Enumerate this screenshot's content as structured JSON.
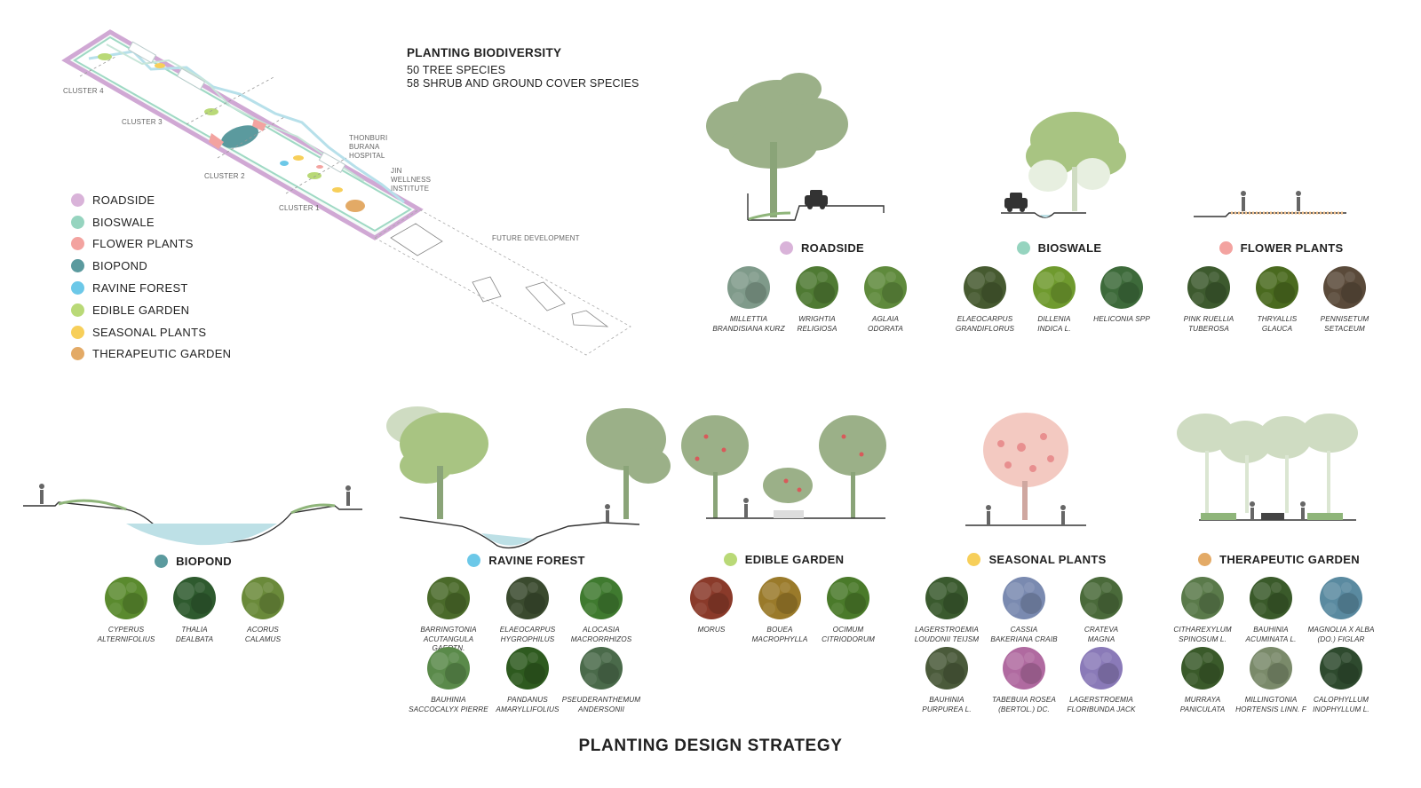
{
  "header": {
    "title": "PLANTING BIODIVERSITY",
    "line1": "50 TREE SPECIES",
    "line2": "58 SHRUB AND GROUND COVER SPECIES"
  },
  "map_labels": {
    "cluster4": "CLUSTER 4",
    "cluster3": "CLUSTER 3",
    "cluster2": "CLUSTER 2",
    "cluster1": "CLUSTER 1",
    "hospital": [
      "THONBURI",
      "BURANA",
      "HOSPITAL"
    ],
    "institute": [
      "JIN",
      "WELLNESS",
      "INSTITUTE"
    ],
    "future": "FUTURE DEVELOPMENT"
  },
  "legend": [
    {
      "label": "ROADSIDE",
      "color": "#d9b3d9"
    },
    {
      "label": "BIOSWALE",
      "color": "#96d4bf"
    },
    {
      "label": "FLOWER PLANTS",
      "color": "#f3a3a0"
    },
    {
      "label": "BIOPOND",
      "color": "#5b9a9e"
    },
    {
      "label": "RAVINE FOREST",
      "color": "#6cc8e8"
    },
    {
      "label": "EDIBLE GARDEN",
      "color": "#b9d977"
    },
    {
      "label": "SEASONAL PLANTS",
      "color": "#f7cf5a"
    },
    {
      "label": "THERAPEUTIC GARDEN",
      "color": "#e3aa66"
    }
  ],
  "categories": {
    "roadside": {
      "label": "ROADSIDE",
      "color": "#d9b3d9",
      "plants": [
        {
          "lines": [
            "MILLETTIA",
            "BRANDISIANA KURZ"
          ],
          "photo": "#7f9a8a"
        },
        {
          "lines": [
            "WRIGHTIA",
            "RELIGIOSA"
          ],
          "photo": "#4f7a33"
        },
        {
          "lines": [
            "AGLAIA",
            "ODORATA"
          ],
          "photo": "#5f8a3c"
        }
      ]
    },
    "bioswale": {
      "label": "BIOSWALE",
      "color": "#96d4bf",
      "plants": [
        {
          "lines": [
            "ELAEOCARPUS",
            "GRANDIFLORUS"
          ],
          "photo": "#465a30"
        },
        {
          "lines": [
            "DILLENIA",
            "INDICA L."
          ],
          "photo": "#6f9a2e"
        },
        {
          "lines": [
            "HELICONIA SPP"
          ],
          "photo": "#3d6a3a"
        }
      ]
    },
    "flower": {
      "label": "FLOWER PLANTS",
      "color": "#f3a3a0",
      "plants": [
        {
          "lines": [
            "PINK RUELLIA",
            "TUBEROSA"
          ],
          "photo": "#3d5a2e"
        },
        {
          "lines": [
            "THRYALLIS",
            "GLAUCA"
          ],
          "photo": "#4a6a1f"
        },
        {
          "lines": [
            "PENNISETUM",
            "SETACEUM"
          ],
          "photo": "#5a4a3a"
        }
      ]
    },
    "biopond": {
      "label": "BIOPOND",
      "color": "#5b9a9e",
      "plants": [
        {
          "lines": [
            "CYPERUS",
            "ALTERNIFOLIUS"
          ],
          "photo": "#5a8a2e"
        },
        {
          "lines": [
            "THALIA",
            "DEALBATA"
          ],
          "photo": "#2e5a2e"
        },
        {
          "lines": [
            "ACORUS",
            "CALAMUS"
          ],
          "photo": "#6a8a3a"
        }
      ]
    },
    "ravine": {
      "label": "RAVINE FOREST",
      "color": "#6cc8e8",
      "plants": [
        {
          "lines": [
            "BARRINGTONIA",
            "ACUTANGULA GAERTN."
          ],
          "photo": "#4a6a2a"
        },
        {
          "lines": [
            "ELAEOCARPUS",
            "HYGROPHILUS"
          ],
          "photo": "#3a4a2e"
        },
        {
          "lines": [
            "ALOCASIA",
            "MACRORRHIZOS"
          ],
          "photo": "#3f7a2f"
        },
        {
          "lines": [
            "BAUHINIA",
            "SACCOCALYX PIERRE"
          ],
          "photo": "#5a8a4a"
        },
        {
          "lines": [
            "PANDANUS",
            "AMARYLLIFOLIUS"
          ],
          "photo": "#2e5a1f"
        },
        {
          "lines": [
            "PSEUDERANTHEMUM",
            "ANDERSONII"
          ],
          "photo": "#4a6a4a"
        }
      ]
    },
    "edible": {
      "label": "EDIBLE GARDEN",
      "color": "#b9d977",
      "plants": [
        {
          "lines": [
            "MORUS"
          ],
          "photo": "#8a3a2a"
        },
        {
          "lines": [
            "BOUEA",
            "MACROPHYLLA"
          ],
          "photo": "#9a7a2a"
        },
        {
          "lines": [
            "OCIMUM",
            "CITRIODORUM"
          ],
          "photo": "#4a7a2a"
        }
      ]
    },
    "seasonal": {
      "label": "SEASONAL PLANTS",
      "color": "#f7cf5a",
      "plants": [
        {
          "lines": [
            "LAGERSTROEMIA",
            "LOUDONII TEIJSM"
          ],
          "photo": "#3a5a2e"
        },
        {
          "lines": [
            "CASSIA",
            "BAKERIANA CRAIB"
          ],
          "photo": "#7a8ab0"
        },
        {
          "lines": [
            "CRATEVA",
            "MAGNA"
          ],
          "photo": "#4a6a3a"
        },
        {
          "lines": [
            "BAUHINIA",
            "PURPUREA L."
          ],
          "photo": "#4a5a3a"
        },
        {
          "lines": [
            "TABEBUIA ROSEA",
            "(BERTOL.) DC."
          ],
          "photo": "#b06aa0"
        },
        {
          "lines": [
            "LAGERSTROEMIA",
            "FLORIBUNDA JACK"
          ],
          "photo": "#8a7ab8"
        }
      ]
    },
    "therapeutic": {
      "label": "THERAPEUTIC GARDEN",
      "color": "#e3aa66",
      "plants": [
        {
          "lines": [
            "CITHAREXYLUM",
            "SPINOSUM L."
          ],
          "photo": "#5a7a4a"
        },
        {
          "lines": [
            "BAUHINIA",
            "ACUMINATA L."
          ],
          "photo": "#3a5a2a"
        },
        {
          "lines": [
            "MAGNOLIA X ALBA",
            "(DO.) FIGLAR"
          ],
          "photo": "#5a8aa0"
        },
        {
          "lines": [
            "MURRAYA",
            "PANICULATA"
          ],
          "photo": "#3a5a2a"
        },
        {
          "lines": [
            "MILLINGTONIA",
            "HORTENSIS LINN. F"
          ],
          "photo": "#7a8a6a"
        },
        {
          "lines": [
            "CALOPHYLLUM",
            "INOPHYLLUM L."
          ],
          "photo": "#2e4a2e"
        }
      ]
    }
  },
  "footer": {
    "title": "PLANTING DESIGN STRATEGY"
  },
  "colors": {
    "tree": "#9bb088",
    "tree_dark": "#8aa478",
    "light_tree": "#cfdcc2",
    "water": "#bde0e6",
    "ground": "#333333",
    "grass": "#8fb57a"
  }
}
